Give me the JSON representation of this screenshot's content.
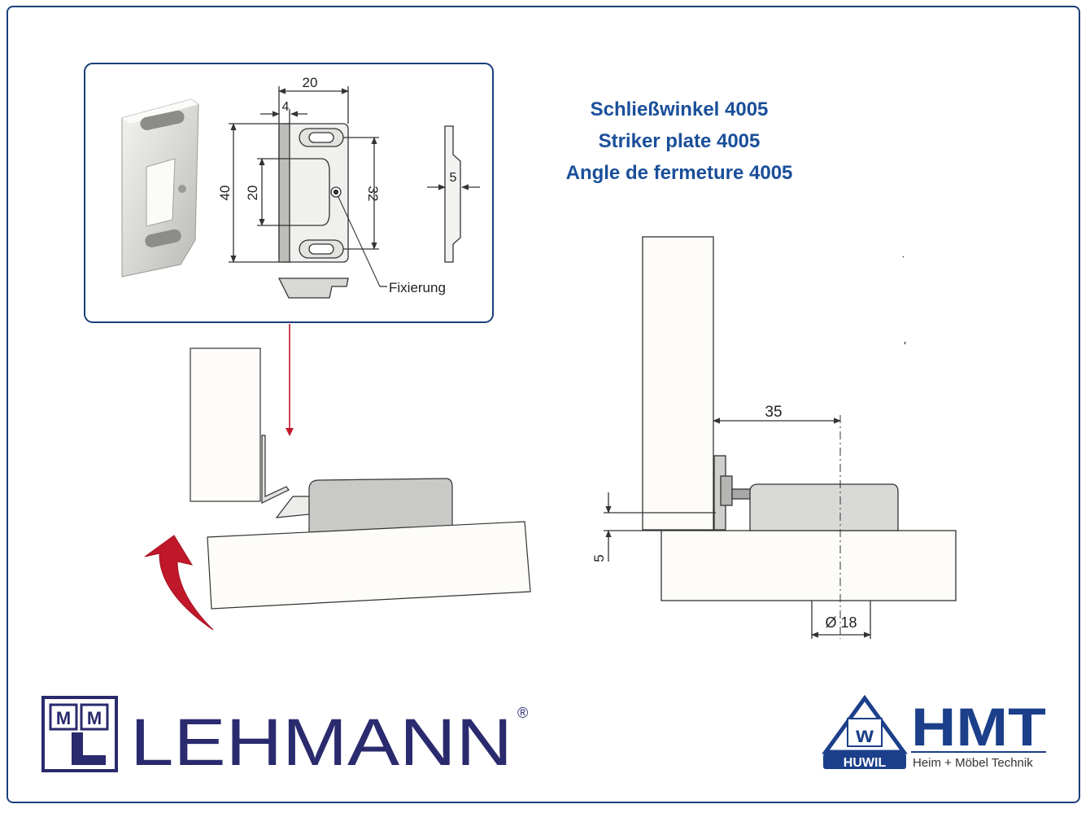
{
  "title": {
    "line_de": "Schließwinkel 4005",
    "line_en": "Striker plate 4005",
    "line_fr": "Angle de fermeture 4005"
  },
  "detail": {
    "dim_width": "20",
    "dim_offset": "4",
    "dim_height": "40",
    "dim_inner": "20",
    "dim_hole_spacing": "32",
    "dim_thickness": "5",
    "fix_label": "Fixierung"
  },
  "install": {
    "dim_distance": "35",
    "dim_overlap": "5",
    "dim_bore": "Ø 18"
  },
  "brands": {
    "lehmann_name": "LEHMANN",
    "lehmann_mark": "®",
    "huwil_label": "HUWIL",
    "huwil_letter": "w",
    "hmt_name": "HMT",
    "hmt_tagline": "Heim + Möbel Technik"
  },
  "colors": {
    "frame": "#1b3f7a",
    "title": "#1a4f9a",
    "arrow_red": "#c0182a",
    "lehmann_blue": "#2a2a6e",
    "hmt_blue": "#1b3f8a"
  }
}
